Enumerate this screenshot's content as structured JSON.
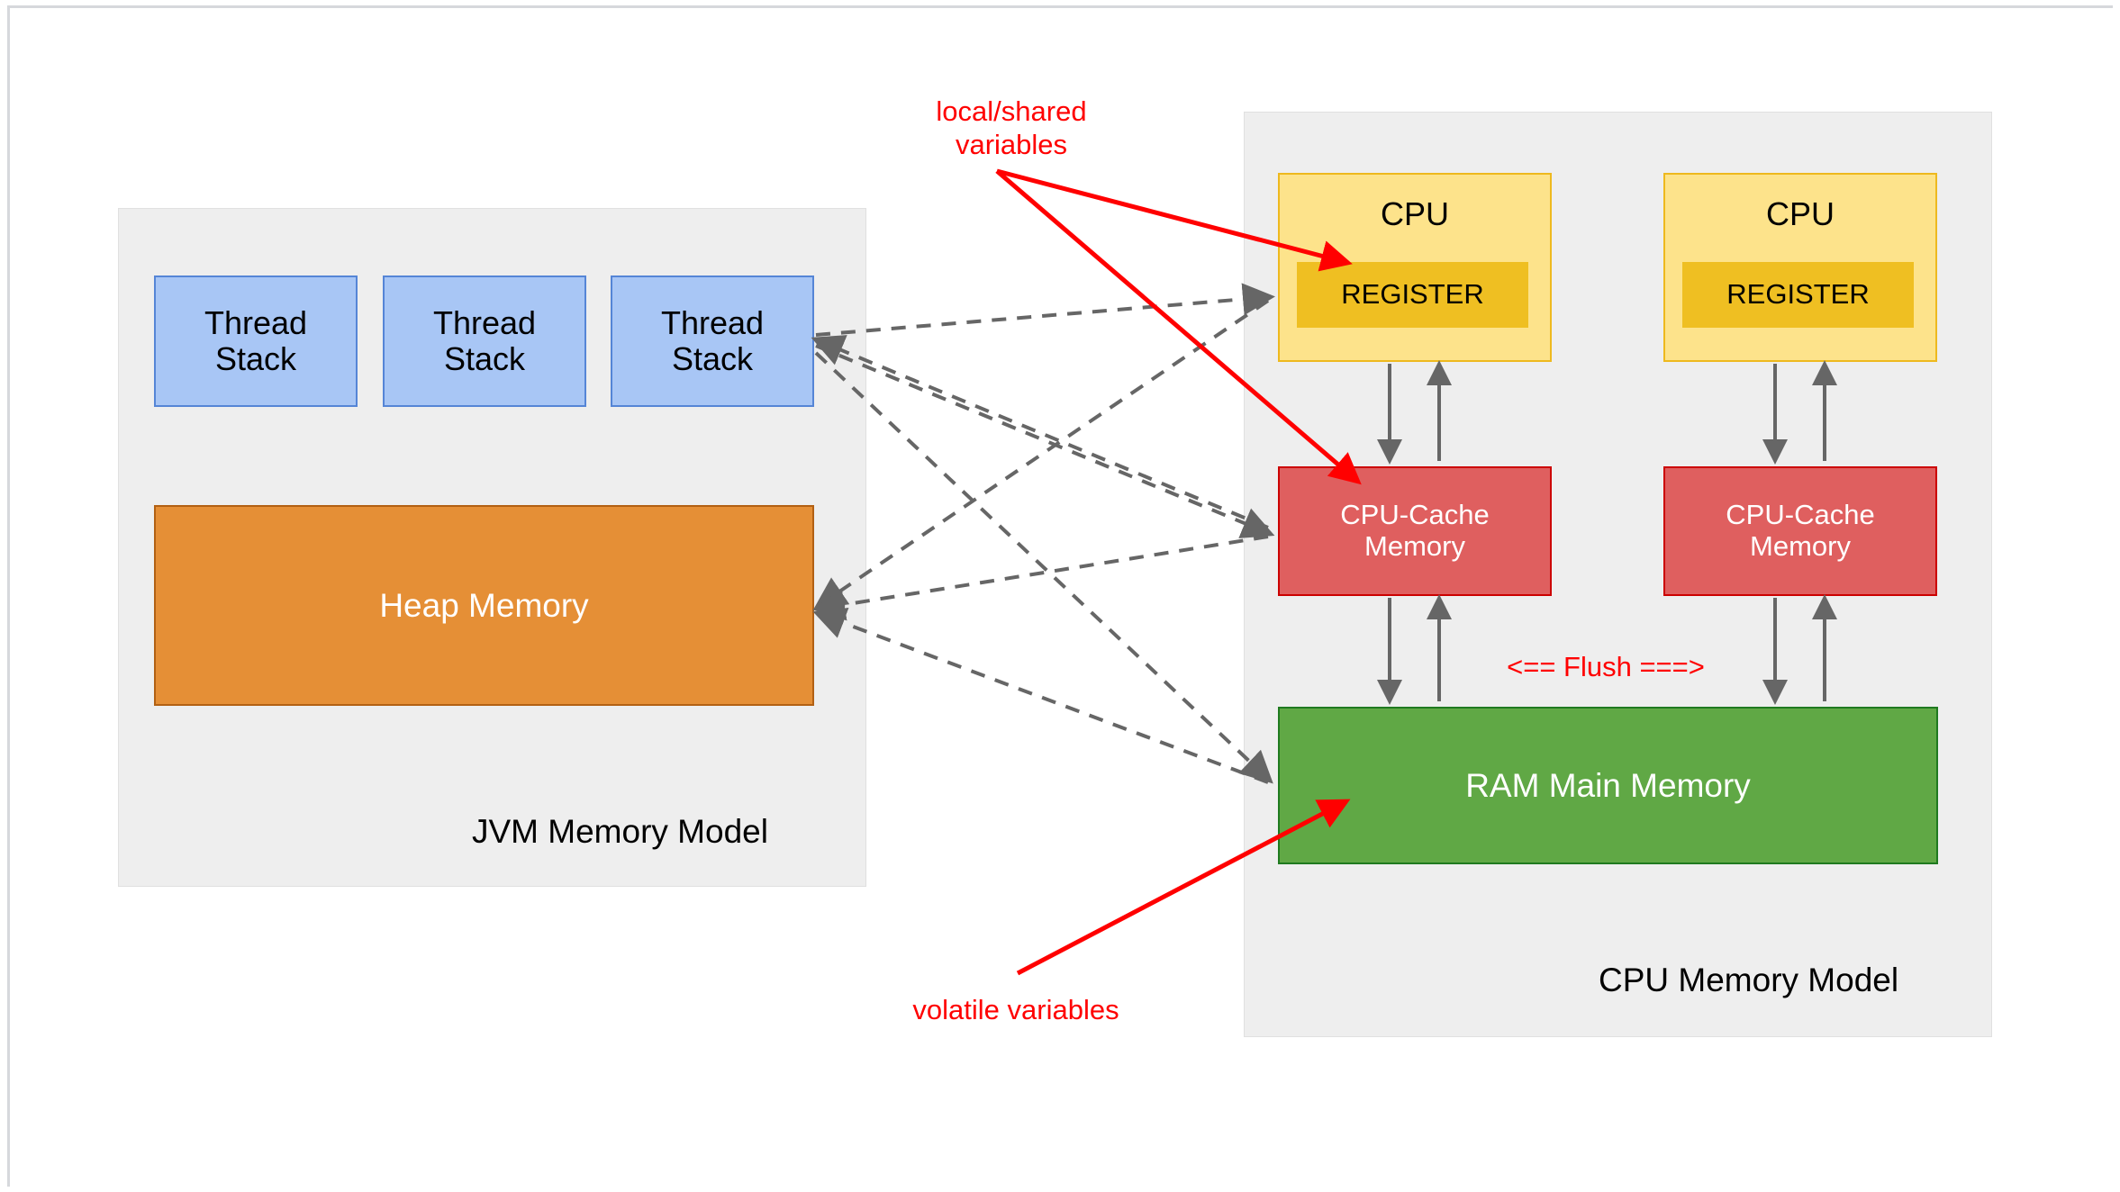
{
  "diagram": {
    "title_hidden": "",
    "jvm_panel": {
      "title": "JVM Memory Model",
      "thread_stacks": [
        {
          "label": "Thread\nStack"
        },
        {
          "label": "Thread\nStack"
        },
        {
          "label": "Thread\nStack"
        }
      ],
      "heap": {
        "label": "Heap Memory"
      }
    },
    "cpu_panel": {
      "title": "CPU Memory Model",
      "cores": [
        {
          "cpu_label": "CPU",
          "register_label": "REGISTER",
          "cache_label": "CPU-Cache\nMemory"
        },
        {
          "cpu_label": "CPU",
          "register_label": "REGISTER",
          "cache_label": "CPU-Cache\nMemory"
        }
      ],
      "ram": {
        "label": "RAM Main Memory"
      },
      "flush_label": "<== Flush ===>"
    },
    "annotations": [
      {
        "name": "local-shared-variables",
        "text": "local/shared\nvariables"
      },
      {
        "name": "volatile-variables",
        "text": "volatile variables"
      }
    ],
    "colors": {
      "panel_bg": "#eeeeee",
      "thread_stack_fill": "#a8c6f5",
      "thread_stack_stroke": "#5585d6",
      "heap_fill": "#e58f36",
      "heap_stroke": "#b26013",
      "cpu_fill": "#fde38b",
      "cpu_stroke": "#eeb91e",
      "register_fill": "#efbf22",
      "cache_fill": "#df5f5f",
      "cache_stroke": "#cc0000",
      "ram_fill": "#60a845",
      "ram_stroke": "#1f7a1f",
      "annotation_red": "#ff0000",
      "connector_gray": "#666666"
    }
  }
}
